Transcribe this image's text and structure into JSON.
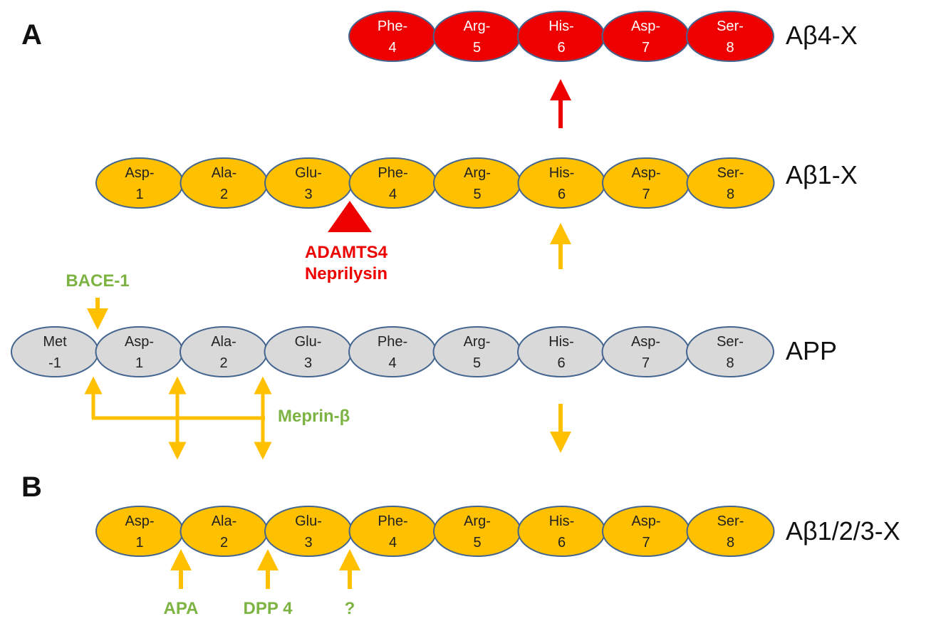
{
  "colors": {
    "orange": "#ffc000",
    "red": "#ee0000",
    "grey": "#d9d9d9",
    "outline": "#44658f",
    "green": "#7cb342",
    "arrow_orange": "#ffc000",
    "arrow_red": "#ee0000"
  },
  "panels": {
    "a": "A",
    "b": "B"
  },
  "rows": {
    "ab4x": {
      "label": "Aβ4-X",
      "residues": [
        {
          "name": "Phe-",
          "num": "4"
        },
        {
          "name": "Arg-",
          "num": "5"
        },
        {
          "name": "His-",
          "num": "6"
        },
        {
          "name": "Asp-",
          "num": "7"
        },
        {
          "name": "Ser-",
          "num": "8"
        }
      ]
    },
    "ab1x": {
      "label": "Aβ1-X",
      "residues": [
        {
          "name": "Asp-",
          "num": "1"
        },
        {
          "name": "Ala-",
          "num": "2"
        },
        {
          "name": "Glu-",
          "num": "3"
        },
        {
          "name": "Phe-",
          "num": "4"
        },
        {
          "name": "Arg-",
          "num": "5"
        },
        {
          "name": "His-",
          "num": "6"
        },
        {
          "name": "Asp-",
          "num": "7"
        },
        {
          "name": "Ser-",
          "num": "8"
        }
      ]
    },
    "app": {
      "label": "APP",
      "residues": [
        {
          "name": "Met",
          "num": "-1"
        },
        {
          "name": "Asp-",
          "num": "1"
        },
        {
          "name": "Ala-",
          "num": "2"
        },
        {
          "name": "Glu-",
          "num": "3"
        },
        {
          "name": "Phe-",
          "num": "4"
        },
        {
          "name": "Arg-",
          "num": "5"
        },
        {
          "name": "His-",
          "num": "6"
        },
        {
          "name": "Asp-",
          "num": "7"
        },
        {
          "name": "Ser-",
          "num": "8"
        }
      ]
    },
    "ab123x": {
      "label": "Aβ1/2/3-X",
      "residues": [
        {
          "name": "Asp-",
          "num": "1"
        },
        {
          "name": "Ala-",
          "num": "2"
        },
        {
          "name": "Glu-",
          "num": "3"
        },
        {
          "name": "Phe-",
          "num": "4"
        },
        {
          "name": "Arg-",
          "num": "5"
        },
        {
          "name": "His-",
          "num": "6"
        },
        {
          "name": "Asp-",
          "num": "7"
        },
        {
          "name": "Ser-",
          "num": "8"
        }
      ]
    }
  },
  "enzymes": {
    "adamts4": "ADAMTS4",
    "neprilysin": "Neprilysin",
    "bace1": "BACE-1",
    "meprin": "Meprin-β",
    "apa": "APA",
    "dpp4": "DPP 4",
    "unknown": "?"
  }
}
